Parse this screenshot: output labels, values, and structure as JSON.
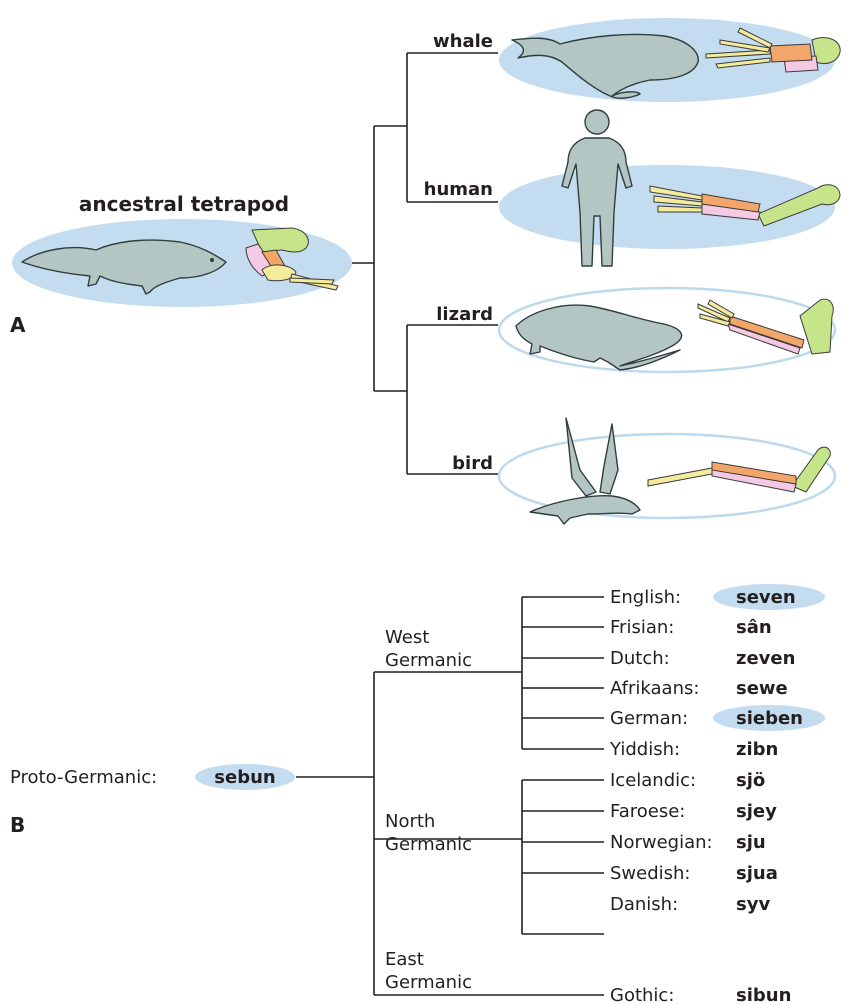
{
  "panel_a": {
    "letter": "A",
    "ancestor_label": "ancestral tetrapod",
    "taxa": [
      {
        "label": "whale"
      },
      {
        "label": "human"
      },
      {
        "label": "lizard"
      },
      {
        "label": "bird"
      }
    ]
  },
  "panel_b": {
    "letter": "B",
    "root_prefix": "Proto-Germanic:",
    "root_word": "sebun",
    "branches": [
      {
        "name_line1": "West",
        "name_line2": "Germanic"
      },
      {
        "name_line1": "North",
        "name_line2": "Germanic"
      },
      {
        "name_line1": "East",
        "name_line2": "Germanic"
      }
    ],
    "languages": [
      {
        "language": "English:",
        "word": "seven"
      },
      {
        "language": "Frisian:",
        "word": "sân"
      },
      {
        "language": "Dutch:",
        "word": "zeven"
      },
      {
        "language": "Afrikaans:",
        "word": "sewe"
      },
      {
        "language": "German:",
        "word": "sieben"
      },
      {
        "language": "Yiddish:",
        "word": "zibn"
      },
      {
        "language": "Icelandic:",
        "word": "sjö"
      },
      {
        "language": "Faroese:",
        "word": "sjey"
      },
      {
        "language": "Norwegian:",
        "word": "sju"
      },
      {
        "language": "Swedish:",
        "word": "sjua"
      },
      {
        "language": "Danish:",
        "word": "syv"
      },
      {
        "language": "Gothic:",
        "word": "sibun"
      }
    ]
  },
  "colors": {
    "highlight_oval": "#c3dcf0",
    "outline_oval": "#bcd9ee",
    "animal_fill": "#b4c6c4",
    "bone_green": "#c6e58a",
    "bone_orange": "#f3a66a",
    "bone_pink": "#f3c9e3",
    "bone_yellow": "#f4ec9c"
  }
}
